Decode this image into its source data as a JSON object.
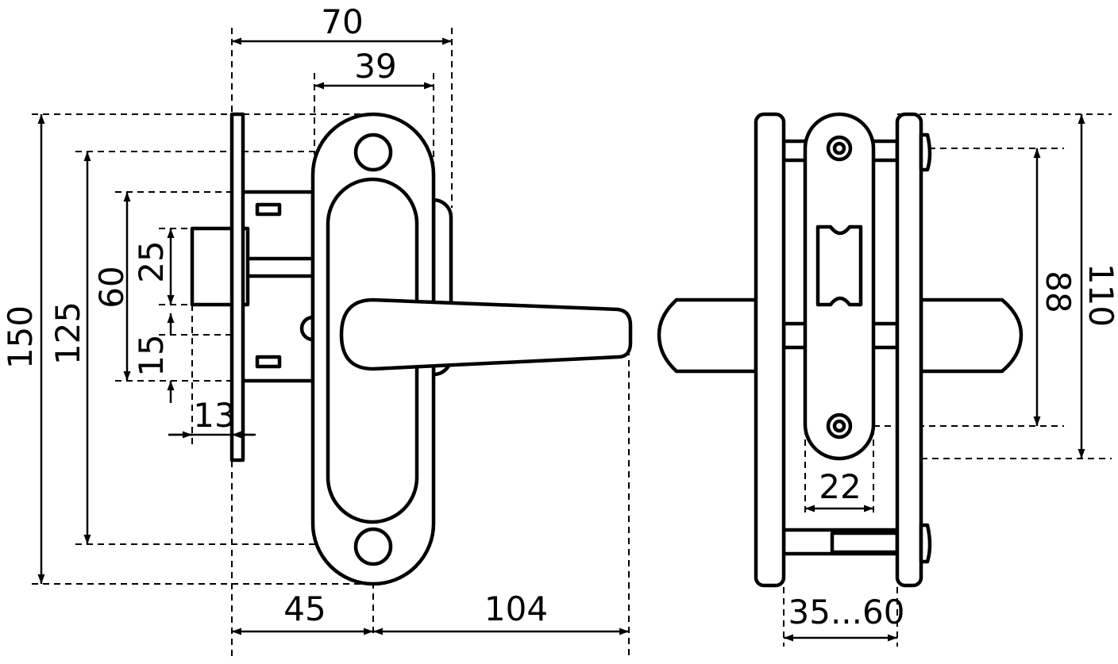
{
  "diagram": {
    "colors": {
      "line": "#000000",
      "background": "#ffffff"
    },
    "dimensions": {
      "front_width": "70",
      "rosette_width": "39",
      "height_total": "150",
      "screw_spacing": "125",
      "lock_body_height": "60",
      "latch_height": "25",
      "latch_offset": "15",
      "latch_projection": "13",
      "backset": "45",
      "lever_length": "104",
      "side_screw_spacing": "88",
      "side_height": "110",
      "side_plate_width": "22",
      "door_thickness": "35...60"
    }
  }
}
